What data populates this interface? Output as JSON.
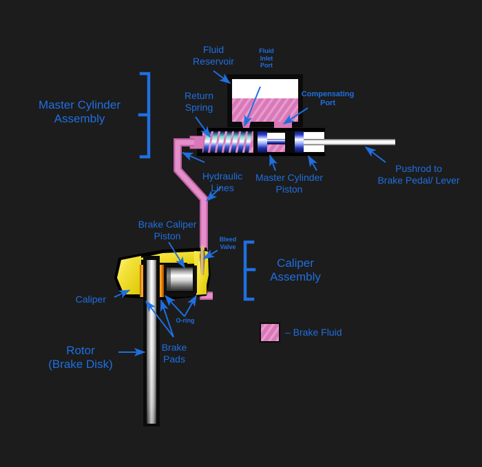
{
  "diagram": {
    "title_implied": "Hydraulic Disc Brake System Cross-Section",
    "background_color": "#1c1c1c",
    "label_color": "#1f6fe0",
    "fluid_color": "#d978b8",
    "caliper_color": "#f2e03c",
    "pad_color": "#f58a00",
    "rotor_color": "#f0f0f0"
  },
  "labels": {
    "master_cylinder_assembly": "Master Cylinder\nAssembly",
    "fluid_reservoir": "Fluid\nReservoir",
    "fluid_inlet_port": "Fluid\nInlet\nPort",
    "compensating_port": "Compensating\nPort",
    "return_spring": "Return\nSpring",
    "hydraulic_lines": "Hydraulic\nLines",
    "master_cylinder_piston": "Master Cylinder\nPiston",
    "pushrod": "Pushrod to\nBrake Pedal/ Lever",
    "brake_caliper_piston": "Brake Caliper\nPiston",
    "bleed_valve": "Bleed\nValve",
    "caliper_assembly": "Caliper\nAssembly",
    "caliper": "Caliper",
    "o_ring": "O-ring",
    "brake_pads": "Brake\nPads",
    "rotor": "Rotor\n(Brake Disk)"
  },
  "legend": {
    "swatch_label": "– Brake Fluid",
    "swatch_color": "#d978b8"
  }
}
